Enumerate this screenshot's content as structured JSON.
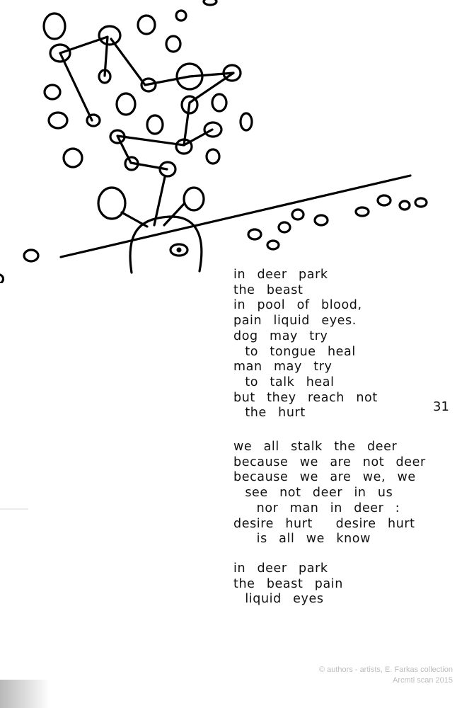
{
  "page_number": "31",
  "poem": {
    "stanzas": [
      [
        "in  deer  park",
        "the  beast",
        "in  pool  of  blood,",
        "pain  liquid  eyes.",
        "dog  may  try",
        "  to  tongue  heal",
        "man  may  try",
        "  to  talk  heal",
        "but  they  reach  not",
        "  the  hurt"
      ],
      [
        "we  all  stalk  the  deer",
        "because  we  are  not  deer",
        "because  we  are  we,  we",
        "  see  not  deer  in  us",
        "    nor  man  in  deer  :",
        "desire  hurt    desire  hurt",
        "    is  all  we  know"
      ],
      [
        "in  deer  park",
        "the  beast  pain",
        "  liquid  eyes"
      ]
    ]
  },
  "credits": {
    "line1": "© authors - artists, E. Farkas collection",
    "line2": "Arcmtl scan 2015"
  },
  "illustration": {
    "subject": "hand-drawn-constellation-figure",
    "stroke_color": "#000000"
  }
}
